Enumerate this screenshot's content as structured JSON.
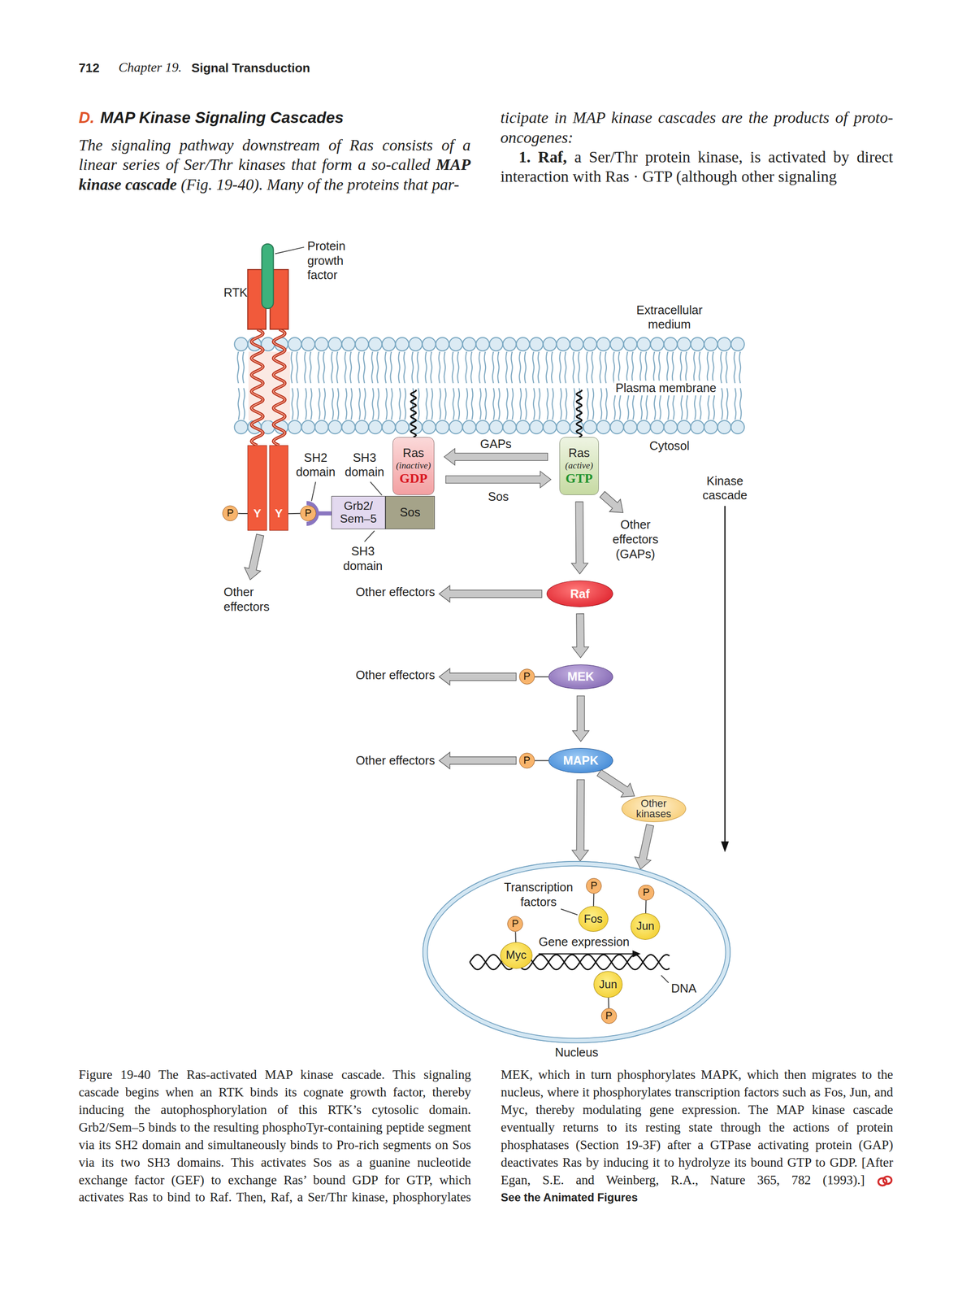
{
  "diagram": {
    "title": "MAP Kinase Signaling Cascades",
    "caption": "Figure 19-40 The Ras-activated MAP kinase cascade. This signaling cascade begins when an RTK binds its cognate growth factor, thereby inducing the autophosphorylation of this RTK’s cytosolic domain. Grb2/Sem–5 binds to the resulting phosphoTyr-containing peptide segment via its SH2 domain and simultaneously binds to Pro-rich segments on Sos via its two SH3 domains. This activates Sos as a guanine nucleotide exchange factor (GEF) to exchange Ras’ bound GDP for GTP, which activates Ras to bind to Raf. Then, Raf, a Ser/Thr kinase, phosphorylates MEK, which in turn phosphorylates MAPK, which then migrates to the nucleus, where it phosphorylates transcription factors such as Fos, Jun, and Myc, thereby modulating gene expression. The MAP kinase cascade eventually returns to its resting state through the actions of protein phosphatases (Section 19-3F) after a GTPase activating protein (GAP) deactivates Ras by inducing it to hydrolyze its bound GTP to GDP. [After Egan, S.E. and Weinberg, R.A., Nature 365, 782 (1993).]",
    "nodes": [
      {
        "text": [
          "Y"
        ]
      },
      {
        "text": [
          "Y"
        ]
      },
      {
        "text": [
          "P"
        ]
      },
      {
        "text": [
          "P"
        ]
      },
      {
        "text": [
          "Grb2/ Sem–5"
        ]
      },
      {
        "text": [
          "Sos"
        ]
      },
      {
        "text": [
          "Ras",
          "(inactive)",
          "GDP"
        ]
      },
      {
        "text": [
          "Ras",
          "(active)",
          "GTP"
        ]
      },
      {
        "text": [
          "Raf"
        ]
      },
      {
        "text": [
          "P"
        ]
      },
      {
        "text": [
          "MEK"
        ]
      },
      {
        "text": [
          "P"
        ]
      },
      {
        "text": [
          "MAPK"
        ]
      },
      {
        "text": [
          "Other kinases"
        ]
      },
      {
        "text": [
          "Nucleus"
        ]
      },
      {
        "text": [
          "P"
        ],
        "in": 14
      },
      {
        "text": [
          "Fos"
        ],
        "in": 14
      },
      {
        "text": [
          "P"
        ],
        "in": 14
      },
      {
        "text": [
          "Jun"
        ],
        "in": 14
      },
      {
        "text": [
          "P"
        ],
        "in": 14
      },
      {
        "text": [
          "Myc"
        ],
        "in": 14
      },
      {
        "text": [
          "Jun"
        ],
        "in": 14
      },
      {
        "text": [
          "P"
        ],
        "in": 14
      }
    ],
    "edges": [
      {
        "from": 2,
        "to": 0,
        "arrow": "none"
      },
      {
        "from": 1,
        "to": 3,
        "arrow": "none"
      },
      {
        "from": 6,
        "to": 7,
        "label": "Sos",
        "arrow": "to"
      },
      {
        "from": 7,
        "to": 6,
        "label": "GAPs",
        "arrow": "to"
      },
      {
        "from": 7,
        "to": 8,
        "arrow": "to"
      },
      {
        "from": 8,
        "to": 10,
        "arrow": "to"
      },
      {
        "from": 9,
        "to": 10,
        "arrow": "none"
      },
      {
        "from": 10,
        "to": 12,
        "arrow": "to"
      },
      {
        "from": 11,
        "to": 12,
        "arrow": "none"
      },
      {
        "from": 12,
        "to": 13,
        "arrow": "to"
      },
      {
        "from": 12,
        "to": 14,
        "arrow": "to"
      },
      {
        "from": 13,
        "to": 14,
        "arrow": "to"
      },
      {
        "from": 15,
        "to": 16,
        "arrow": "none"
      },
      {
        "from": 17,
        "to": 18,
        "arrow": "none"
      },
      {
        "from": 19,
        "to": 20,
        "arrow": "none"
      },
      {
        "from": 22,
        "to": 21,
        "arrow": "none"
      }
    ],
    "labels": [
      "712",
      "Chapter 19.",
      "Signal Transduction",
      "D.",
      "The signaling pathway downstream of Ras consists of a linear series of Ser/Thr kinases that form a so-called",
      "MAP kinase cascade",
      "(Fig. 19-40). Many of the proteins that par-",
      "ticipate in MAP kinase cascades are the products of proto-oncogenes:",
      "1. Raf,",
      "a Ser/Thr protein kinase, is activated by direct interaction with Ras · GTP (although other signaling",
      "Protein growth factor",
      "RTK",
      "Extracellular medium",
      "Plasma membrane",
      "Cytosol",
      "SH2 domain",
      "SH3 domain",
      "SH3 domain",
      "Kinase cascade",
      "Other effectors (GAPs)",
      "Other effectors",
      "Other effectors",
      "Other effectors",
      "Other effectors",
      "Transcription factors",
      "Gene expression",
      "DNA",
      "See the Animated Figures"
    ]
  }
}
